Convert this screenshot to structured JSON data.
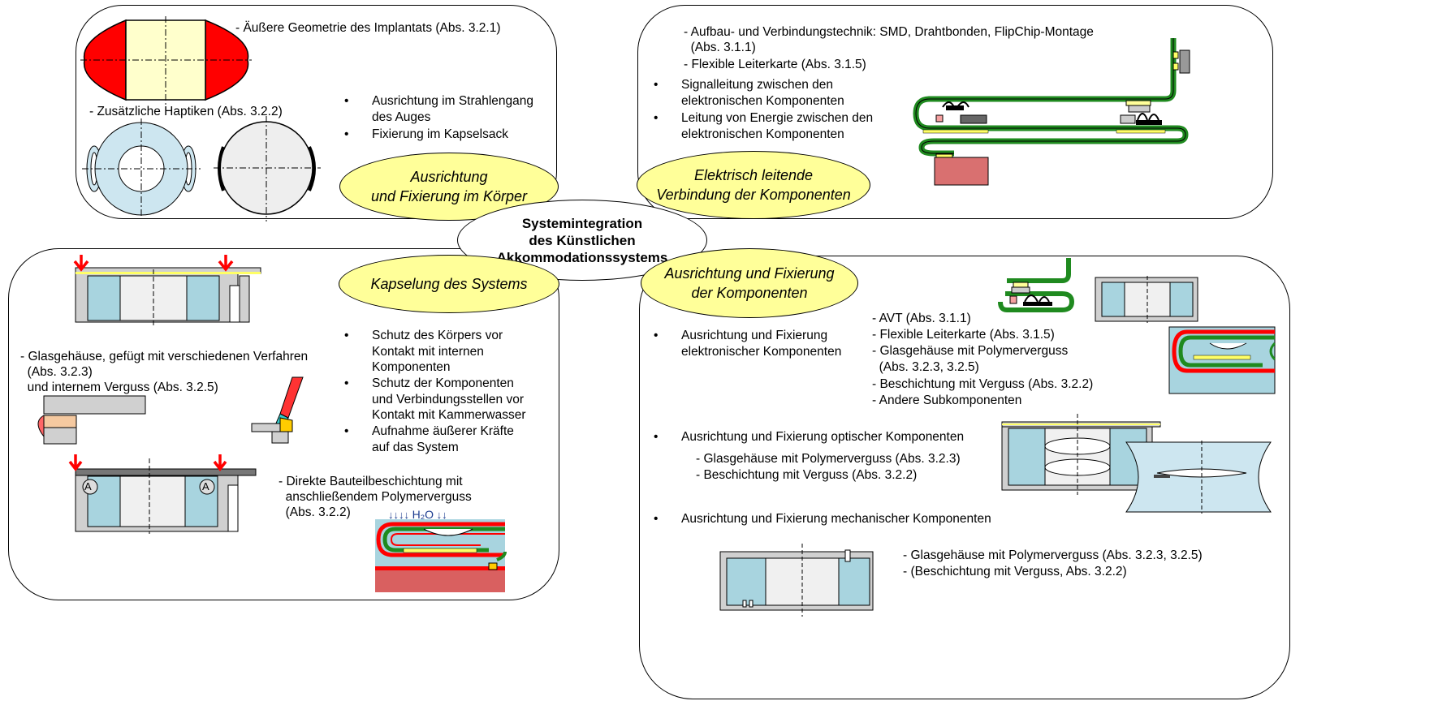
{
  "center": {
    "line1": "Systemintegration",
    "line2": "des Künstlichen",
    "line3": "Akkommodationssystems"
  },
  "top_left": {
    "ellipse_line1": "Ausrichtung",
    "ellipse_line2": "und Fixierung im Körper",
    "label_geometry": "- Äußere Geometrie des Implantats (Abs. 3.2.1)",
    "label_haptics": "- Zusätzliche Haptiken (Abs. 3.2.2)",
    "bullets": [
      {
        "lines": [
          "Ausrichtung im Strahlengang",
          "des Auges"
        ]
      },
      {
        "lines": [
          "Fixierung im Kapselsack"
        ]
      }
    ]
  },
  "top_right": {
    "ellipse_line1": "Elektrisch leitende",
    "ellipse_line2": "Verbindung der Komponenten",
    "text_lines": [
      "- Aufbau- und Verbindungstechnik: SMD, Drahtbonden, FlipChip-Montage",
      "  (Abs. 3.1.1)",
      "- Flexible Leiterkarte (Abs. 3.1.5)"
    ],
    "bullets": [
      {
        "lines": [
          "Signalleitung zwischen den",
          "elektronischen Komponenten"
        ]
      },
      {
        "lines": [
          "Leitung von Energie zwischen den",
          "elektronischen Komponenten"
        ]
      }
    ]
  },
  "bottom_left": {
    "ellipse_line1": "Kapselung des Systems",
    "text_glass": [
      "- Glasgehäuse, gefügt mit verschiedenen Verfahren",
      "  (Abs. 3.2.3)",
      "  und internem Verguss (Abs. 3.2.5)"
    ],
    "text_coating": [
      "- Direkte Bauteilbeschichtung mit",
      "  anschließendem Polymerverguss",
      "  (Abs. 3.2.2)"
    ],
    "bullets": [
      {
        "lines": [
          "Schutz des Körpers vor",
          "Kontakt mit internen",
          "Komponenten"
        ]
      },
      {
        "lines": [
          "Schutz der Komponenten",
          "und Verbindungsstellen vor",
          "Kontakt mit Kammerwasser"
        ]
      },
      {
        "lines": [
          "Aufnahme äußerer Kräfte",
          "auf das System"
        ]
      }
    ],
    "marker_a": "A",
    "h2o_label": "H₂O"
  },
  "bottom_right": {
    "ellipse_line1": "Ausrichtung und Fixierung",
    "ellipse_line2": "der Komponenten",
    "bullet_electronic": [
      "Ausrichtung und Fixierung",
      "elektronischer Komponenten"
    ],
    "electronic_list": [
      "- AVT (Abs. 3.1.1)",
      "- Flexible Leiterkarte (Abs. 3.1.5)",
      "- Glasgehäuse mit Polymerverguss",
      "  (Abs. 3.2.3, 3.2.5)",
      "- Beschichtung mit Verguss (Abs. 3.2.2)",
      "- Andere Subkomponenten"
    ],
    "bullet_optical": "Ausrichtung und Fixierung optischer Komponenten",
    "optical_list": [
      "- Glasgehäuse mit Polymerverguss (Abs. 3.2.3)",
      "- Beschichtung mit Verguss (Abs. 3.2.2)"
    ],
    "bullet_mechanical": "Ausrichtung und Fixierung mechanischer Komponenten",
    "mechanical_list": [
      "- Glasgehäuse mit Polymerverguss (Abs. 3.2.3, 3.2.5)",
      "- (Beschichtung mit Verguss, Abs. 3.2.2)"
    ]
  },
  "colors": {
    "ellipse_fill": "#ffff99",
    "glass_blue": "#a8d4df",
    "red": "#ff0000",
    "green": "#1f8a1f",
    "gray": "#d0d0d0"
  }
}
